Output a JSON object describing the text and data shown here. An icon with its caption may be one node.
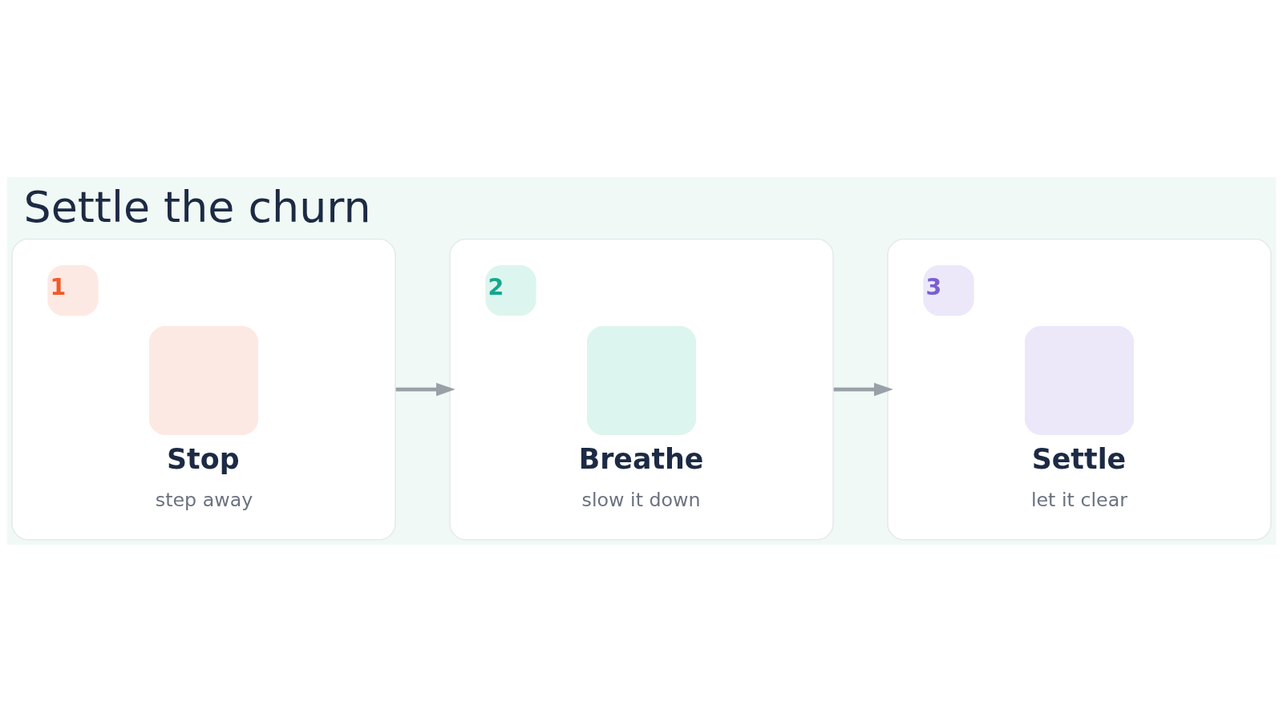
{
  "diagram": {
    "title": "Settle the churn",
    "nodes": [
      {
        "text": [
          "1",
          "Stop",
          "step away"
        ]
      },
      {
        "text": [
          "2",
          "Breathe",
          "slow it down"
        ]
      },
      {
        "text": [
          "3",
          "Settle",
          "let it clear"
        ]
      }
    ],
    "edges": [
      {
        "from": 0,
        "to": 1,
        "arrow": "to"
      },
      {
        "from": 1,
        "to": 2,
        "arrow": "to"
      }
    ]
  }
}
